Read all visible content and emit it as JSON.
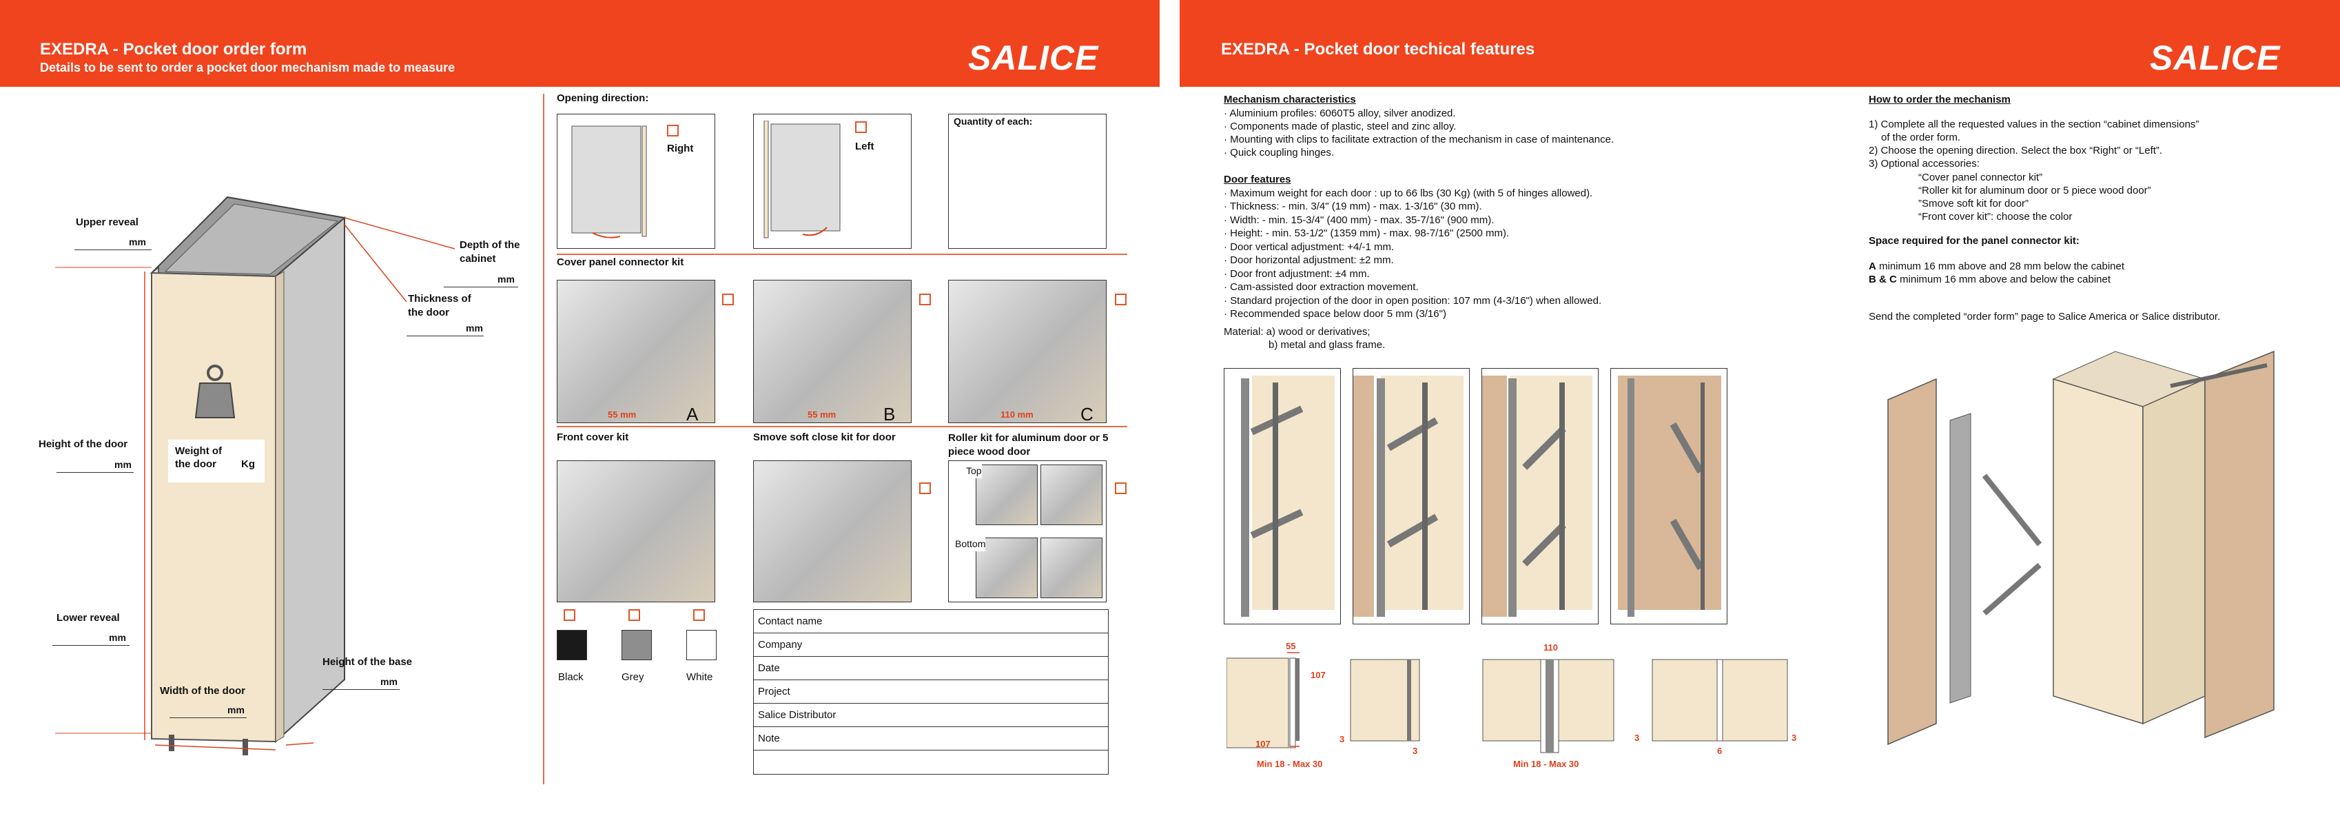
{
  "left_header": {
    "title": "EXEDRA - Pocket door order form",
    "subtitle": "Details to be sent to order a pocket door mechanism made to measure",
    "logo": "SALICE"
  },
  "right_header": {
    "title": "EXEDRA - Pocket door techical features",
    "logo": "SALICE"
  },
  "cabinet": {
    "upper_reveal": "Upper reveal",
    "depth_of_cabinet": "Depth of the cabinet",
    "thickness_of_door": "Thickness of the door",
    "height_of_door": "Height of the door",
    "weight_of_door": "Weight of the door",
    "kg": "Kg",
    "lower_reveal": "Lower reveal",
    "height_of_base": "Height of the base",
    "width_of_door": "Width of the door",
    "unit": "mm"
  },
  "order": {
    "opening_direction": "Opening direction:",
    "right": "Right",
    "left": "Left",
    "quantity": "Quantity of each:",
    "cover_panel_kit": "Cover panel connector kit",
    "dim_a": "55 mm",
    "dim_b": "55 mm",
    "dim_c": "110 mm",
    "letter_a": "A",
    "letter_b": "B",
    "letter_c": "C",
    "front_cover_kit": "Front cover kit",
    "smove_kit": "Smove soft close kit for door",
    "roller_kit": "Roller kit for aluminum door or 5 piece wood door",
    "top": "Top",
    "bottom": "Bottom",
    "colors": [
      "Black",
      "Grey",
      "White"
    ],
    "contact_fields": [
      "Contact name",
      "Company",
      "Date",
      "Project",
      "Salice Distributor",
      "Note"
    ]
  },
  "features": {
    "mechanism_title": "Mechanism characteristics",
    "mechanism": [
      "· Aluminium profiles: 6060T5 alloy, silver anodized.",
      "· Components made of plastic, steel and zinc alloy.",
      "· Mounting with clips to facilitate extraction of the mechanism in case of maintenance.",
      "· Quick coupling hinges."
    ],
    "door_title": "Door features",
    "door": [
      "· Maximum weight for each door : up to 66 lbs (30 Kg) (with 5 of hinges allowed).",
      "· Thickness: - min. 3/4\" (19 mm) - max. 1-3/16\" (30 mm).",
      "· Width: - min. 15-3/4\" (400 mm) - max. 35-7/16\" (900 mm).",
      "· Height: - min. 53-1/2\" (1359 mm) - max. 98-7/16\" (2500 mm).",
      "· Door vertical adjustment: +4/-1 mm.",
      "· Door horizontal adjustment: ±2 mm.",
      "· Door front adjustment: ±4 mm.",
      "· Cam-assisted door extraction movement.",
      "· Standard projection of the door in open position: 107 mm (4-3/16\") when allowed.",
      "· Recommended space below door 5 mm (3/16\")"
    ],
    "material_a": "Material: a) wood or derivatives;",
    "material_b": "b) metal and glass frame."
  },
  "dims": {
    "d55": "55",
    "d107a": "107",
    "d107b": "107",
    "min1": "Min 18 - Max 30",
    "d3a": "3",
    "d3b": "3",
    "d110": "110",
    "min2": "Min 18 - Max 30",
    "d3c": "3",
    "d3d": "3",
    "d6": "6"
  },
  "how_to": {
    "title": "How to order the mechanism",
    "steps": [
      "1) Complete all the requested values in the section “cabinet dimensions”",
      "of the order form.",
      "2) Choose the opening direction. Select the box “Right” or “Left”.",
      "3) Optional accessories:",
      "“Cover panel connector kit”",
      "“Roller kit for aluminum door or 5 piece wood door”",
      "”Smove soft kit for door”",
      "“Front cover kit”: choose the color"
    ],
    "space_title": "Space required for the panel connector kit:",
    "a_label": "A",
    "a_text": " minimum 16 mm above and 28 mm below the cabinet",
    "bc_label": "B & C",
    "bc_text": " minimum 16 mm above and below the cabinet",
    "send": "Send the completed “order form” page to Salice America or Salice distributor."
  },
  "colors": {
    "brand": "#f0441e",
    "door": "#f3e6cc",
    "accent_line": "#e86b44"
  }
}
